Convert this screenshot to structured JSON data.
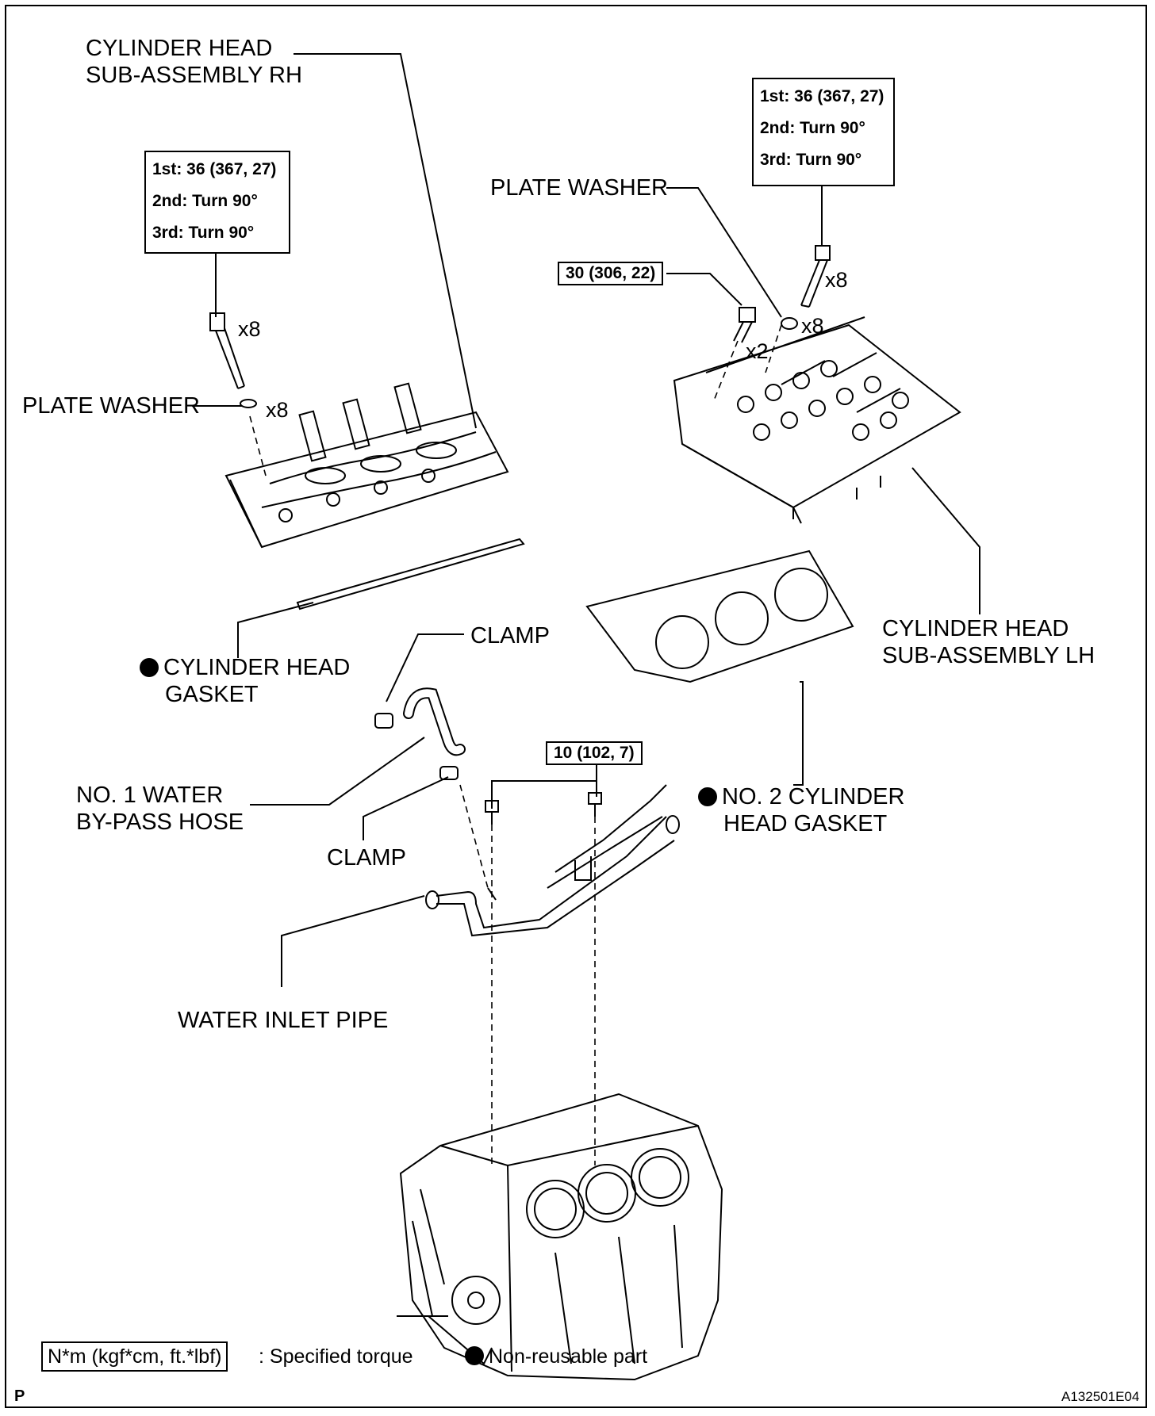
{
  "labels": {
    "cyl_head_rh": [
      "CYLINDER HEAD",
      "SUB-ASSEMBLY RH"
    ],
    "cyl_head_lh": [
      "CYLINDER HEAD",
      "SUB-ASSEMBLY LH"
    ],
    "plate_washer_left": "PLATE WASHER",
    "plate_washer_right": "PLATE WASHER",
    "cyl_head_gasket": [
      "CYLINDER HEAD",
      "GASKET"
    ],
    "no2_cyl_head_gasket": [
      "NO. 2 CYLINDER",
      "HEAD GASKET"
    ],
    "clamp_top": "CLAMP",
    "clamp_bottom": "CLAMP",
    "bypass_hose": [
      "NO. 1 WATER",
      "BY-PASS HOSE"
    ],
    "water_inlet_pipe": "WATER INLET PIPE"
  },
  "torque_specs": {
    "head_bolt_left": [
      "1st: 36 (367, 27)",
      "2nd: Turn 90°",
      "3rd: Turn 90°"
    ],
    "head_bolt_right": [
      "1st: 36 (367, 27)",
      "2nd: Turn 90°",
      "3rd: Turn 90°"
    ],
    "short_bolt": "30 (306, 22)",
    "pipe_bolt": "10 (102, 7)"
  },
  "quantities": {
    "left_bolt": "x8",
    "left_washer": "x8",
    "right_bolt": "x8",
    "right_washer": "x8",
    "short_bolt": "x2"
  },
  "legend": {
    "torque_unit": "N*m (kgf*cm, ft.*lbf)",
    "torque_desc": ": Specified torque",
    "nonreusable": "Non-reusable part"
  },
  "corner": {
    "left": "P",
    "right": "A132501E04"
  }
}
